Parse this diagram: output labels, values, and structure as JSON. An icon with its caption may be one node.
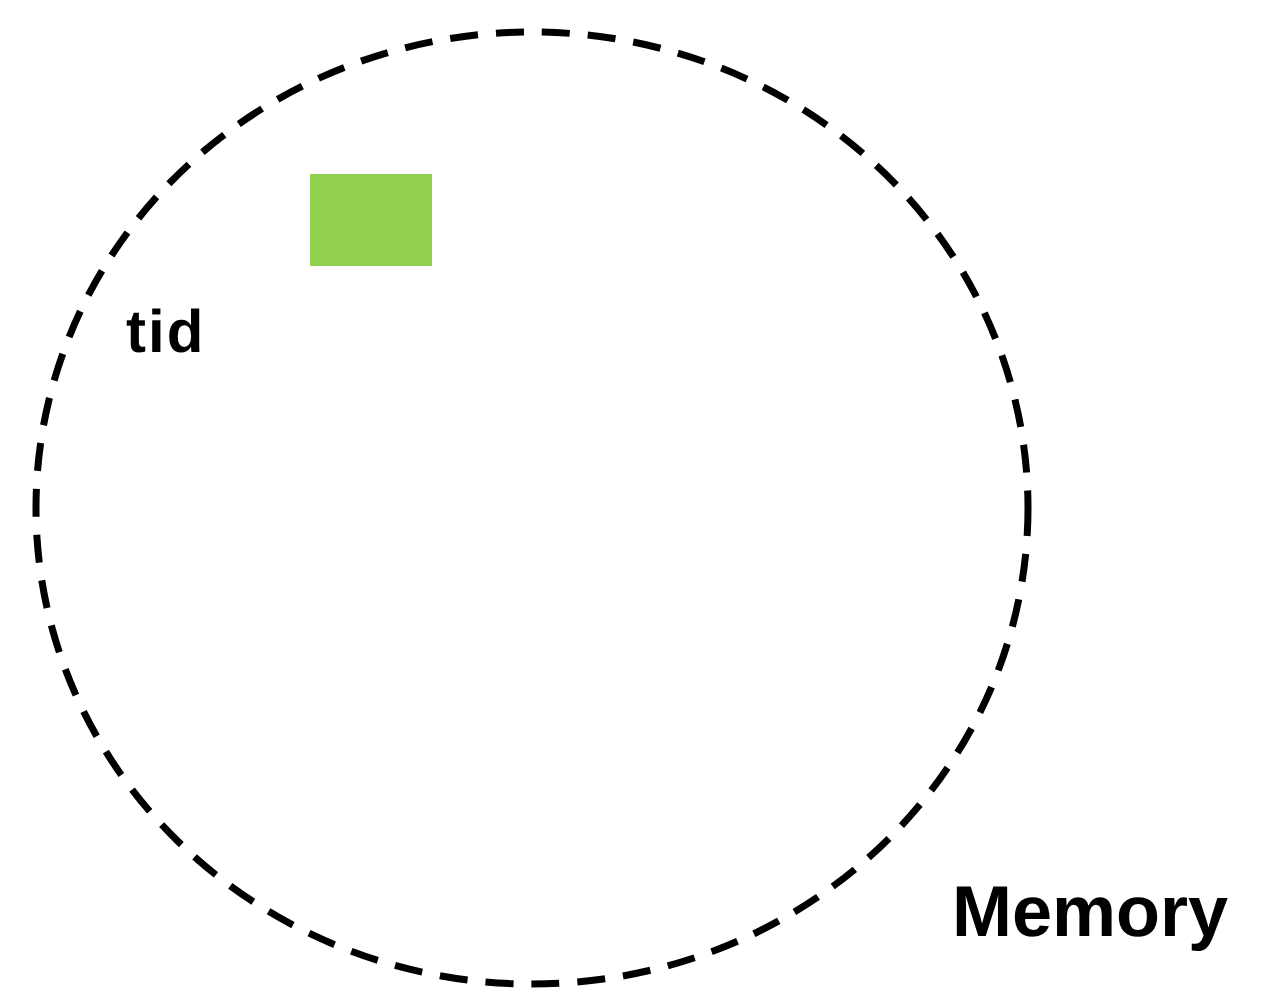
{
  "diagram": {
    "nodes": [
      {
        "text": [
          "Memory"
        ]
      },
      {
        "text": [],
        "shape": "box",
        "beside": [
          "tid"
        ],
        "in": 0
      }
    ],
    "edges": []
  }
}
